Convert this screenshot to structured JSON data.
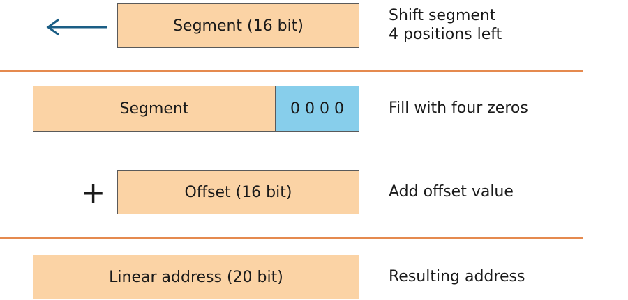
{
  "colors": {
    "box_fill": "#fbd3a5",
    "zero_fill": "#87ceeb",
    "divider": "#e58a4f",
    "arrow": "#1b5e85"
  },
  "row_shift": {
    "box": "Segment (16 bit)",
    "note_line1": "Shift segment",
    "note_line2": "4 positions left",
    "icon": "arrow-left-icon"
  },
  "row_fill": {
    "segment_box": "Segment",
    "zero_box": "0 0 0 0",
    "note": "Fill with four zeros"
  },
  "row_add": {
    "operator": "+",
    "box": "Offset (16 bit)",
    "note": "Add offset value"
  },
  "row_result": {
    "box": "Linear address (20 bit)",
    "note": "Resulting address"
  }
}
